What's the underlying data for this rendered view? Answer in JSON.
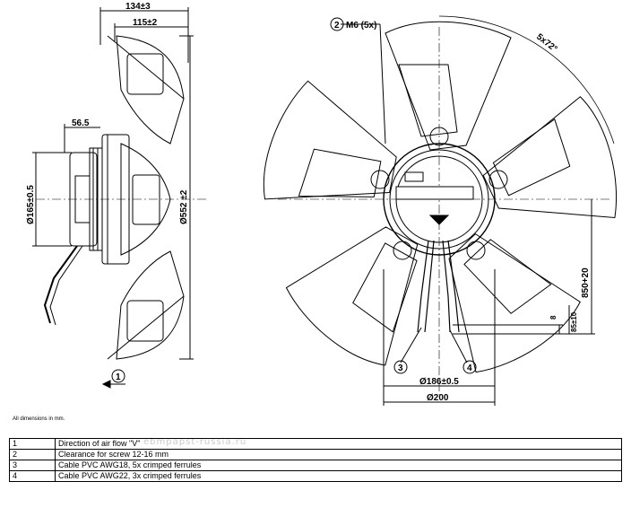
{
  "dimensions": {
    "side_total_depth": "134±3",
    "side_hub_depth": "115±2",
    "motor_depth": "56.5",
    "motor_diameter": "Ø165±0.5",
    "fan_diameter": "Ø552 ±2",
    "screw_thread": "M6 (5x)",
    "angle_spacing": "5x72°",
    "bolt_circle": "Ø186±0.5",
    "outer_bolt_circle": "Ø200",
    "cable_length": "850+20",
    "offset_8": "8",
    "offset_85": "85±10"
  },
  "callouts": {
    "c1": "1",
    "c2": "2",
    "c3": "3",
    "c4": "4"
  },
  "note": "All dimensions in mm.",
  "watermark": "ebmpapst-russia.ru",
  "legend": [
    {
      "num": "1",
      "text": "Direction of air flow \"V\""
    },
    {
      "num": "2",
      "text": "Clearance for screw 12-16 mm"
    },
    {
      "num": "3",
      "text": "Cable PVC AWG18, 5x crimped ferrules"
    },
    {
      "num": "4",
      "text": "Cable PVC AWG22, 3x crimped ferrules"
    }
  ]
}
